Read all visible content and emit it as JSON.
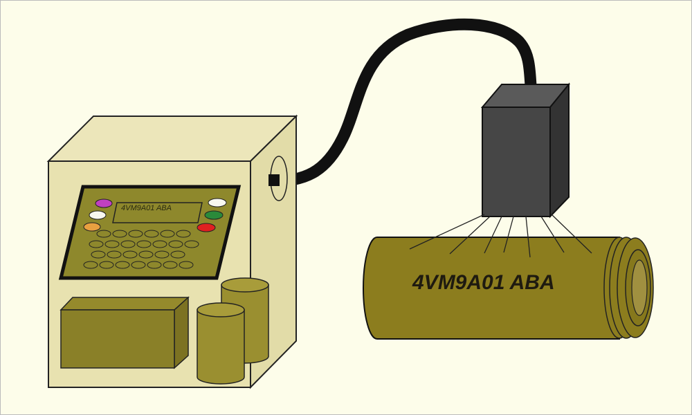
{
  "printer": {
    "display_text": "4VM9A01 ABA",
    "buttons": [
      {
        "name": "magenta",
        "color": "#c040c0"
      },
      {
        "name": "white-left",
        "color": "#f8f8f0"
      },
      {
        "name": "orange",
        "color": "#e8a040"
      },
      {
        "name": "white-right",
        "color": "#f8f8f0"
      },
      {
        "name": "green",
        "color": "#2a8a3a"
      },
      {
        "name": "red",
        "color": "#e02020"
      }
    ],
    "box_color": "#e6e0ae",
    "panel_color": "#8e882c"
  },
  "product": {
    "marking_text": "4VM9A01 ABA",
    "color": "#8c7d1e"
  },
  "camera": {
    "color": "#464646"
  }
}
